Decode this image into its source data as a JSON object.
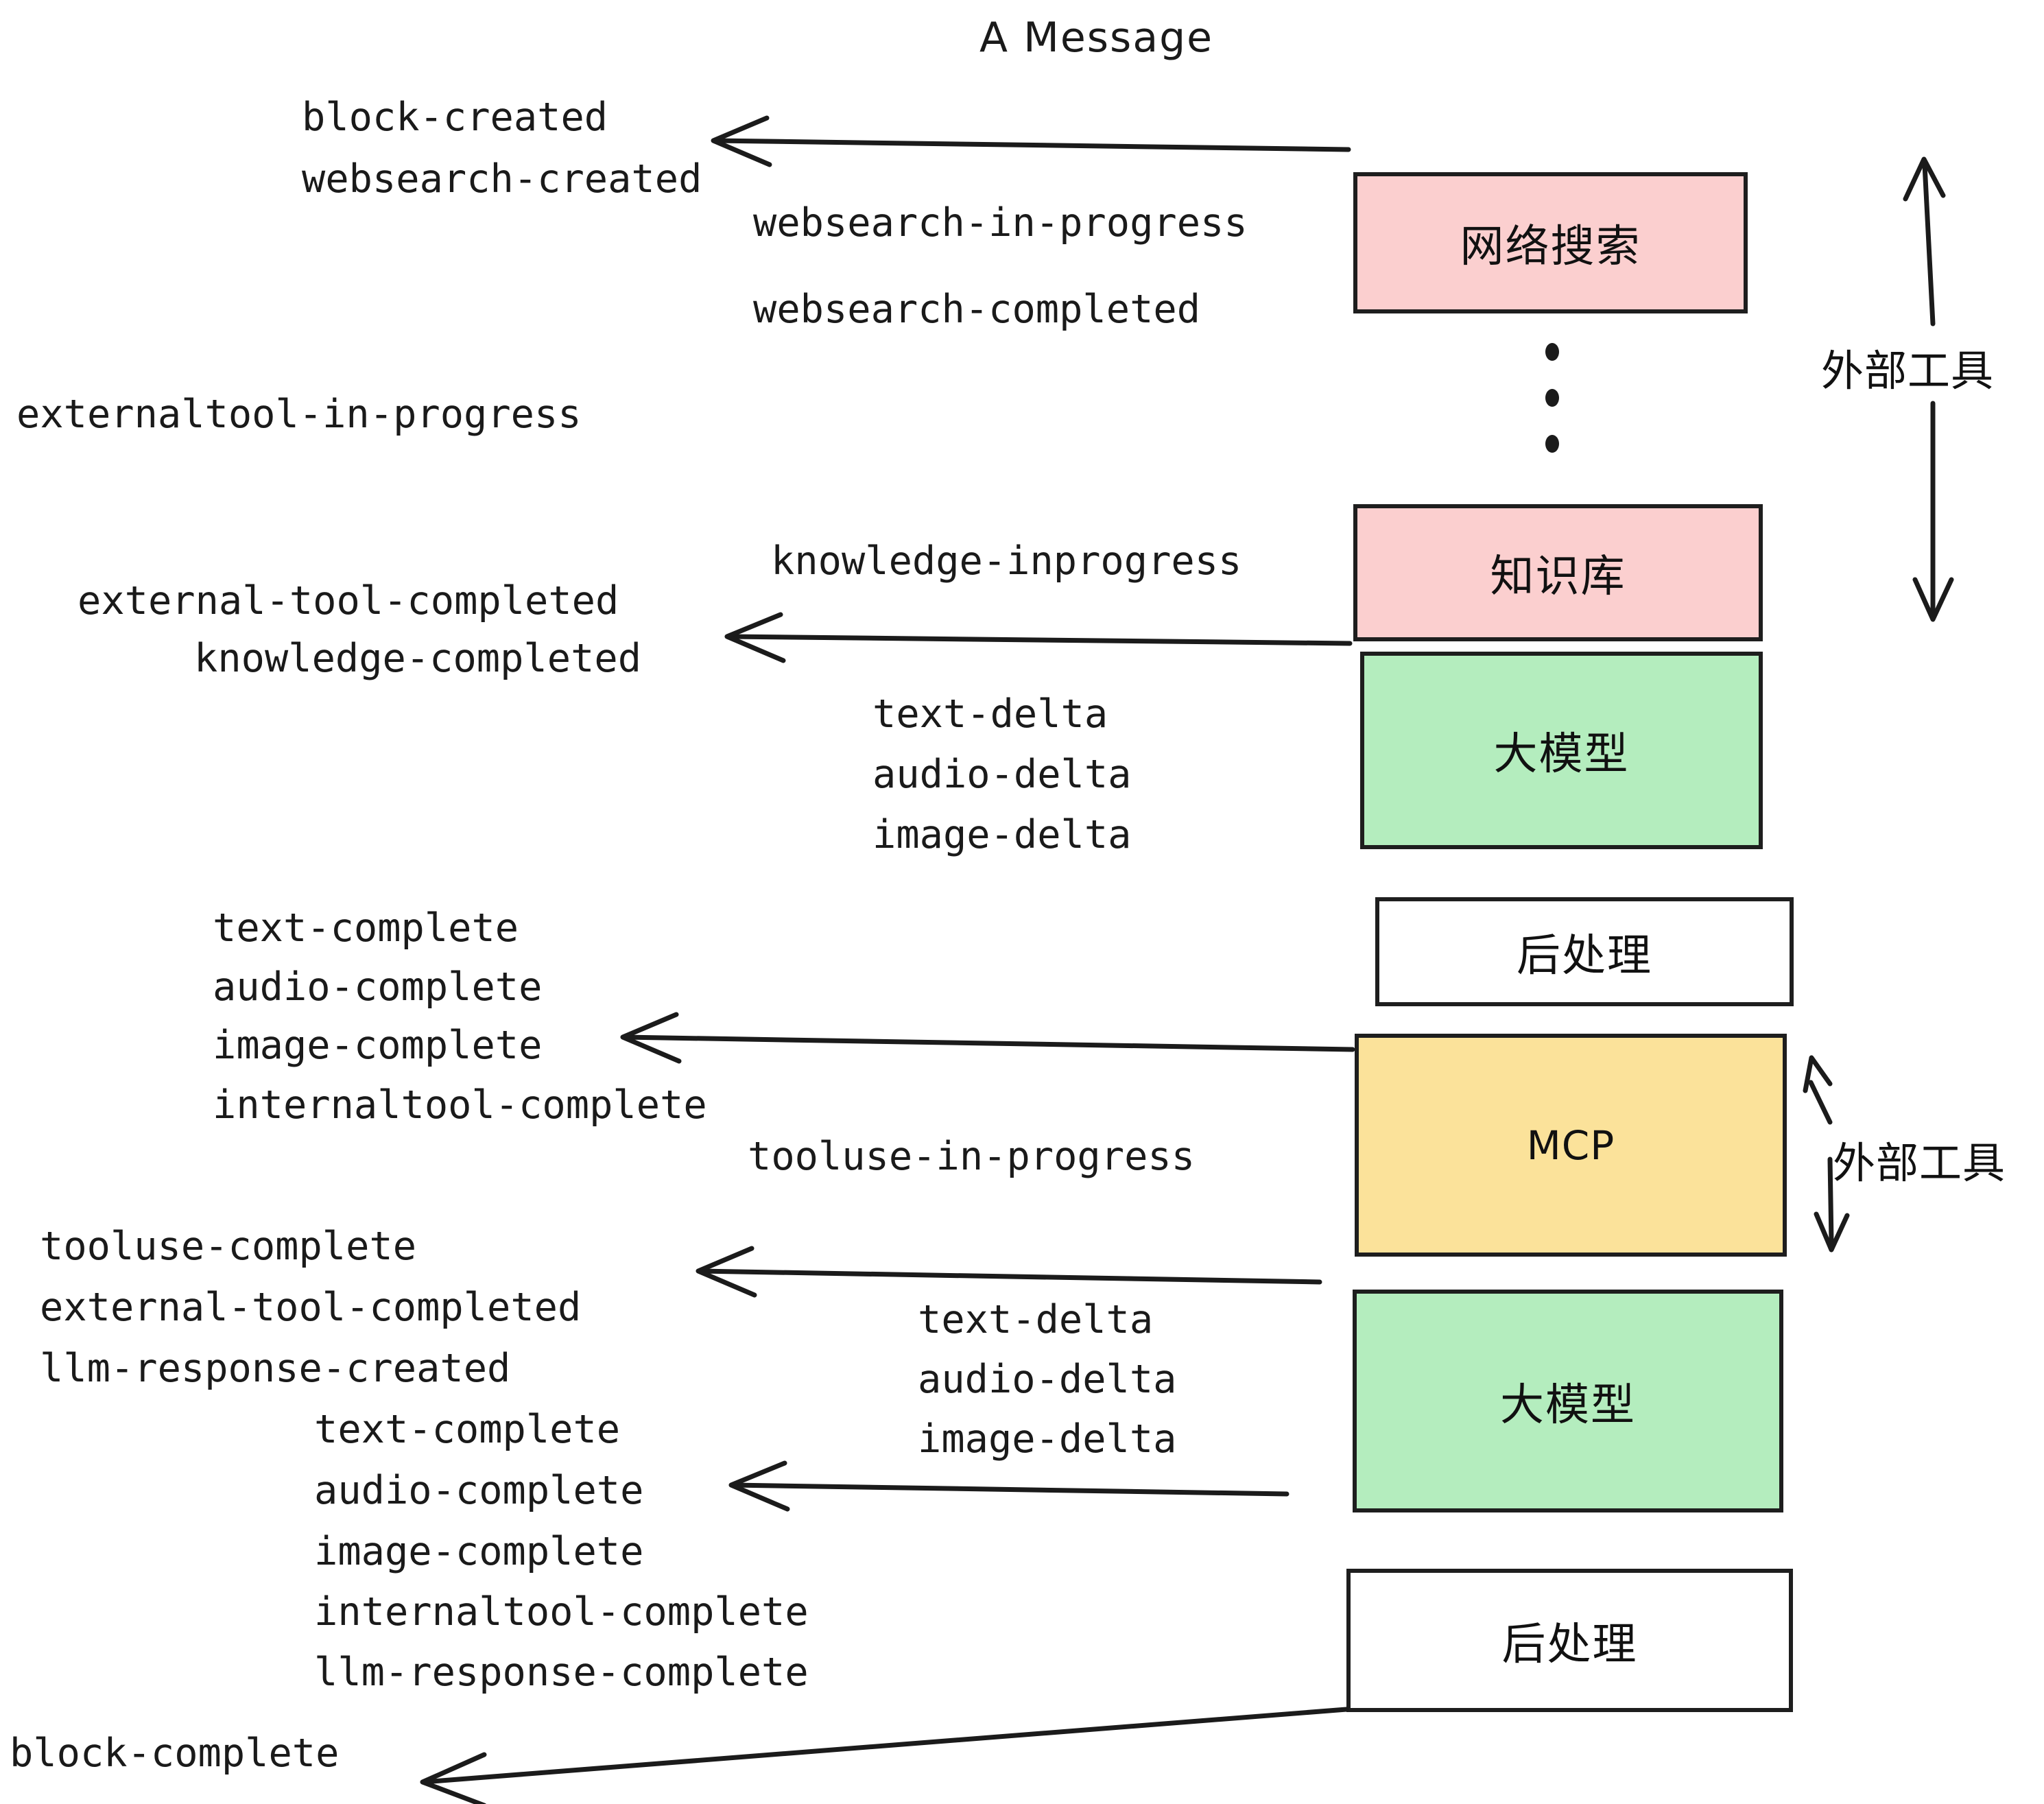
{
  "title": "A Message",
  "boxes": [
    {
      "id": "websearch",
      "label": "网络搜索",
      "color": "#fbcfcf"
    },
    {
      "id": "knowledge",
      "label": "知识库",
      "color": "#fbcfcf"
    },
    {
      "id": "llm-1",
      "label": "大模型",
      "color": "#b4edbe"
    },
    {
      "id": "postprocess-1",
      "label": "后处理",
      "color": "#ffffff"
    },
    {
      "id": "mcp",
      "label": "MCP",
      "color": "#fbe29a"
    },
    {
      "id": "llm-2",
      "label": "大模型",
      "color": "#b4edbe"
    },
    {
      "id": "postprocess-2",
      "label": "后处理",
      "color": "#ffffff"
    }
  ],
  "side_labels": [
    {
      "id": "external-tool-top",
      "label": "外部工具"
    },
    {
      "id": "external-tool-bottom",
      "label": "外部工具"
    }
  ],
  "events": {
    "block_created": "block-created",
    "websearch_created": "websearch-created",
    "websearch_in_progress": "websearch-in-progress",
    "websearch_completed": "websearch-completed",
    "externaltool_in_progress": "externaltool-in-progress",
    "knowledge_inprogress": "knowledge-inprogress",
    "external_tool_completed_1": "external-tool-completed",
    "knowledge_completed": "knowledge-completed",
    "text_delta_1": "text-delta",
    "audio_delta_1": "audio-delta",
    "image_delta_1": "image-delta",
    "text_complete_1": "text-complete",
    "audio_complete_1": "audio-complete",
    "image_complete_1": "image-complete",
    "internaltool_complete_1": "internaltool-complete",
    "tooluse_in_progress": "tooluse-in-progress",
    "tooluse_complete": "tooluse-complete",
    "external_tool_completed_2": "external-tool-completed",
    "llm_response_created": "llm-response-created",
    "text_delta_2": "text-delta",
    "audio_delta_2": "audio-delta",
    "image_delta_2": "image-delta",
    "text_complete_2": "text-complete",
    "audio_complete_2": "audio-complete",
    "image_complete_2": "image-complete",
    "internaltool_complete_2": "internaltool-complete",
    "llm_response_complete": "llm-response-complete",
    "block_complete": "block-complete"
  },
  "colors": {
    "pink": "#fbcfcf",
    "green": "#b4edbe",
    "yellow": "#fbe29a",
    "white": "#ffffff",
    "stroke": "#1e1e1e",
    "text": "#111111"
  }
}
